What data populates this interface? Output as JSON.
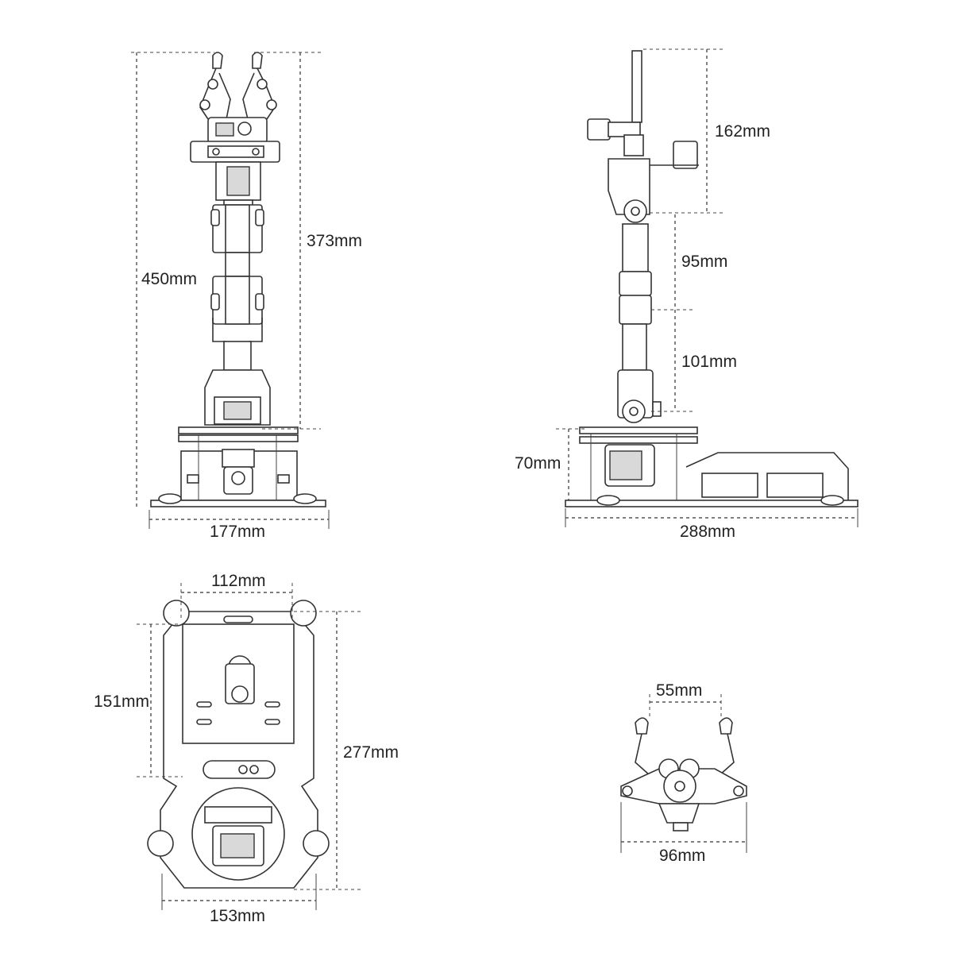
{
  "dimensions": {
    "front_total_height": "450mm",
    "front_arm_height": "373mm",
    "front_base_width": "177mm",
    "side_top_segment": "162mm",
    "side_mid_segment": "95mm",
    "side_lower_segment": "101mm",
    "side_base_height": "70mm",
    "side_total_length": "288mm",
    "top_plate_inner_width": "112mm",
    "top_plate_upper_height": "151mm",
    "top_plate_total_height": "277mm",
    "top_plate_bottom_width": "153mm",
    "gripper_opening": "55mm",
    "gripper_width": "96mm"
  }
}
